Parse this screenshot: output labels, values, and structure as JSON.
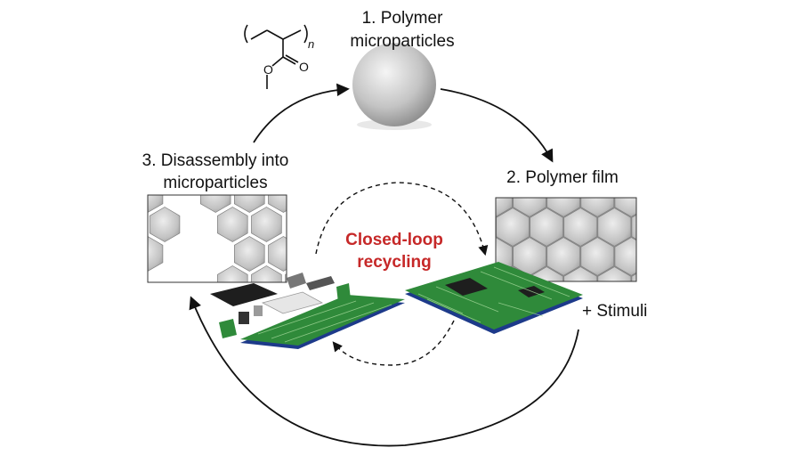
{
  "labels": {
    "step1_line1": "1. Polymer",
    "step1_line2": "microparticles",
    "step2": "2. Polymer film",
    "step3_line1": "3. Disassembly into",
    "step3_line2": "microparticles",
    "center_line1": "Closed-loop",
    "center_line2": "recycling",
    "stimuli": "+ Stimuli",
    "repeat_unit_subscript": "n",
    "oxygen_a": "O",
    "oxygen_b": "O"
  },
  "colors": {
    "accent_red": "#c62828",
    "pcb_green": "#2f8a3a",
    "pcb_edge": "#1d3a8a",
    "chip": "#1e1e1e",
    "sphere_light": "#f2f2f2",
    "sphere_dark": "#8a8a8a"
  }
}
